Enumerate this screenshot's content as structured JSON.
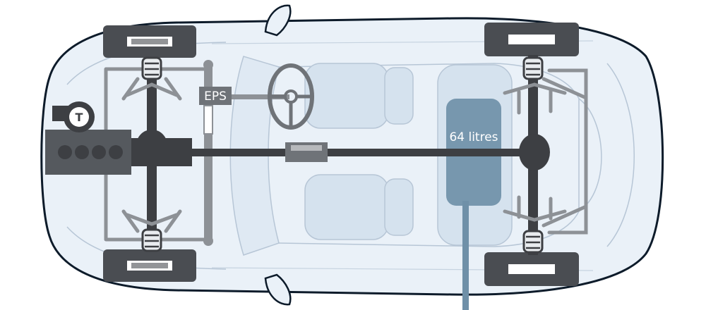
{
  "labels": {
    "eps": "EPS",
    "tank": "64 litres",
    "turbo": "T"
  },
  "colors": {
    "body_fill": "#eaf1f8",
    "body_outline": "#0d1b2a",
    "body_lines": "#b7c6d6",
    "seat_fill": "#d5e2ee",
    "drivetrain": "#3d3f43",
    "mechanical": "#6f7378",
    "linkage": "#8d9196",
    "tyre": "#4a4d52",
    "tank_fill": "#6f90a8",
    "tank_pipe": "#6f90a8",
    "engine_fill": "#55595e"
  }
}
